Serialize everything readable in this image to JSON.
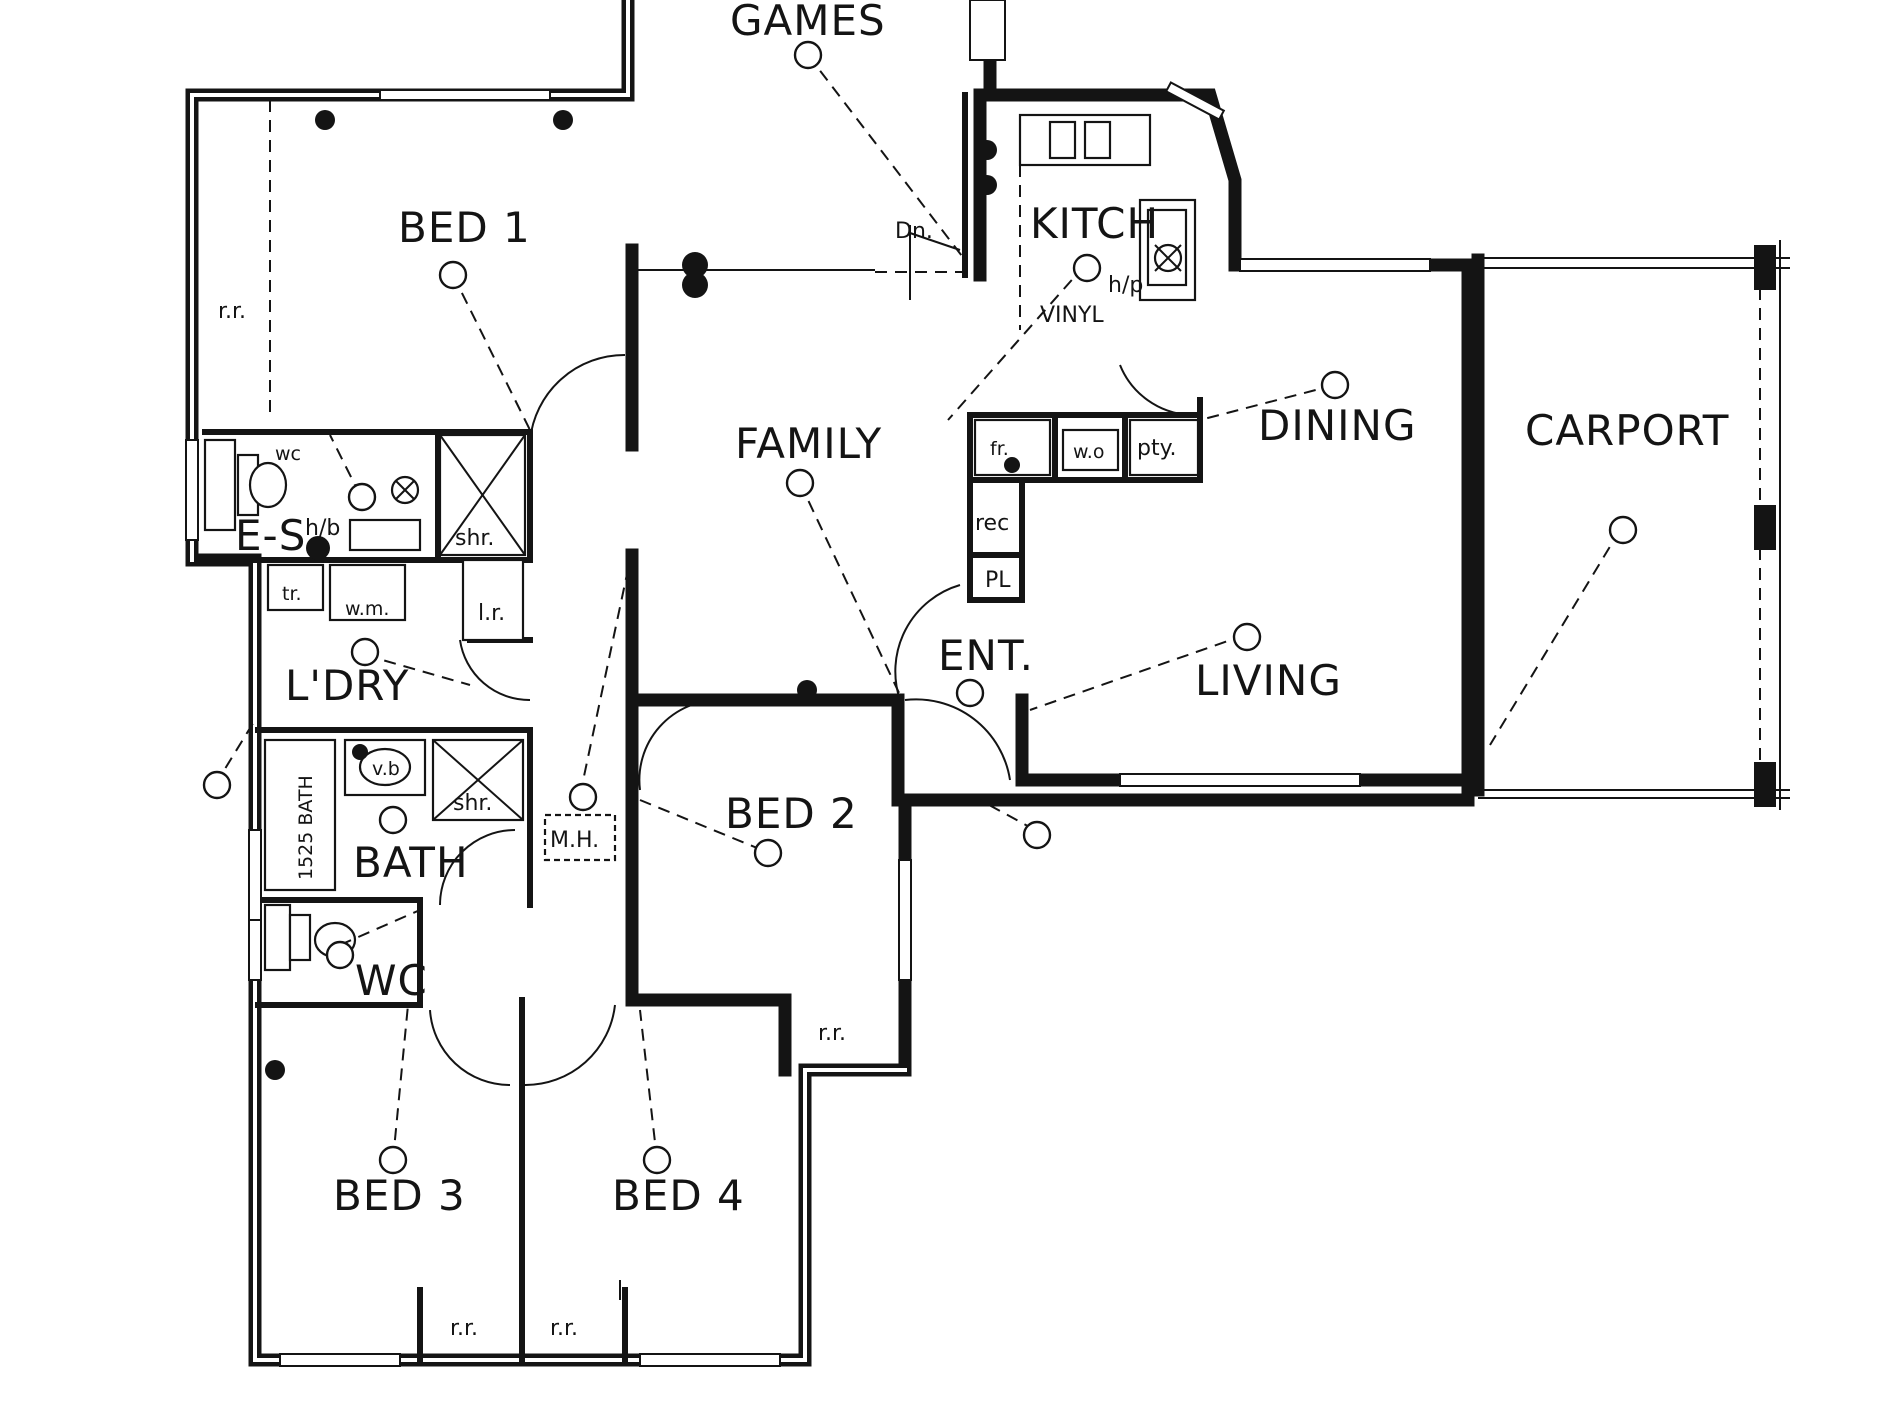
{
  "rooms": {
    "games": "GAMES",
    "bed1": "BED 1",
    "kitchen": "KITCH",
    "family": "FAMILY",
    "dining": "DINING",
    "carport": "CARPORT",
    "ensuite": "E-S",
    "laundry": "L'DRY",
    "entry": "ENT.",
    "living": "LIVING",
    "bed2": "BED 2",
    "bath": "BATH",
    "wc": "WC",
    "bed3": "BED 3",
    "bed4": "BED 4"
  },
  "fixtures": {
    "robe_bed1": "r.r.",
    "ensuite_wc": "wc",
    "ensuite_hb": "h/b",
    "ensuite_shr": "shr.",
    "linen": "l.r.",
    "laundry_tr": "tr.",
    "laundry_wm": "w.m.",
    "bath_vb": "v.b",
    "bath_shr": "shr.",
    "bath_size": "1525 BATH",
    "manhole": "M.H.",
    "down": "Dn.",
    "hotplate": "h/p",
    "vinyl": "VINYL",
    "fridge": "fr.",
    "wall_oven": "w.o",
    "pantry": "pty.",
    "recess": "rec",
    "pl": "PL",
    "robe_bed2": "r.r.",
    "robe_bed3": "r.r.",
    "robe_bed4": "r.r."
  },
  "colors": {
    "ink": "#141414",
    "paper": "#ffffff"
  }
}
